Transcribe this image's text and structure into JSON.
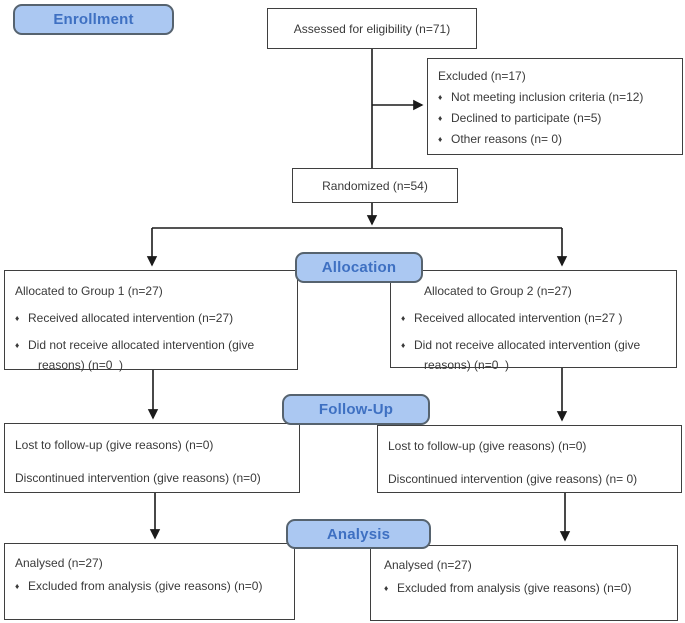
{
  "glyphs": {
    "bullet": "♦"
  },
  "stages": {
    "enrollment": "Enrollment",
    "allocation": "Allocation",
    "followup": "Follow-Up",
    "analysis": "Analysis"
  },
  "boxes": {
    "assessed": {
      "text": "Assessed for eligibility (n=71)"
    },
    "excluded": {
      "title": "Excluded (n=17)",
      "items": [
        "Not meeting inclusion criteria (n=12)",
        "Declined to participate (n=5)",
        "Other reasons (n= 0)"
      ]
    },
    "randomized": {
      "text": "Randomized (n=54)"
    },
    "group1": {
      "title": "Allocated to Group 1 (n=27)",
      "items": [
        "Received allocated intervention (n=27)",
        "Did not receive allocated intervention (give\n   reasons) (n=0  )"
      ]
    },
    "group2": {
      "title": "Allocated to Group 2 (n=27)",
      "items": [
        "Received allocated intervention (n=27 )",
        "Did not receive allocated intervention (give\n   reasons) (n=0  )"
      ]
    },
    "followup1": {
      "lines": [
        "Lost to follow-up (give reasons) (n=0)",
        "Discontinued intervention (give reasons) (n=0)"
      ]
    },
    "followup2": {
      "lines": [
        "Lost to follow-up (give reasons) (n=0)",
        "Discontinued intervention (give reasons) (n= 0)"
      ]
    },
    "analysis1": {
      "title": "Analysed (n=27)",
      "items": [
        "Excluded from analysis (give reasons) (n=0)"
      ]
    },
    "analysis2": {
      "title": "Analysed (n=27)",
      "items": [
        "Excluded from analysis (give reasons) (n=0)"
      ]
    }
  },
  "colors": {
    "badge_fill": "#abc8f2",
    "badge_border": "#56636f",
    "badge_text": "#3e70c2",
    "box_border": "#3f3f3f",
    "line_color": "#1b1b1b",
    "text_color": "#3a3a3a"
  }
}
